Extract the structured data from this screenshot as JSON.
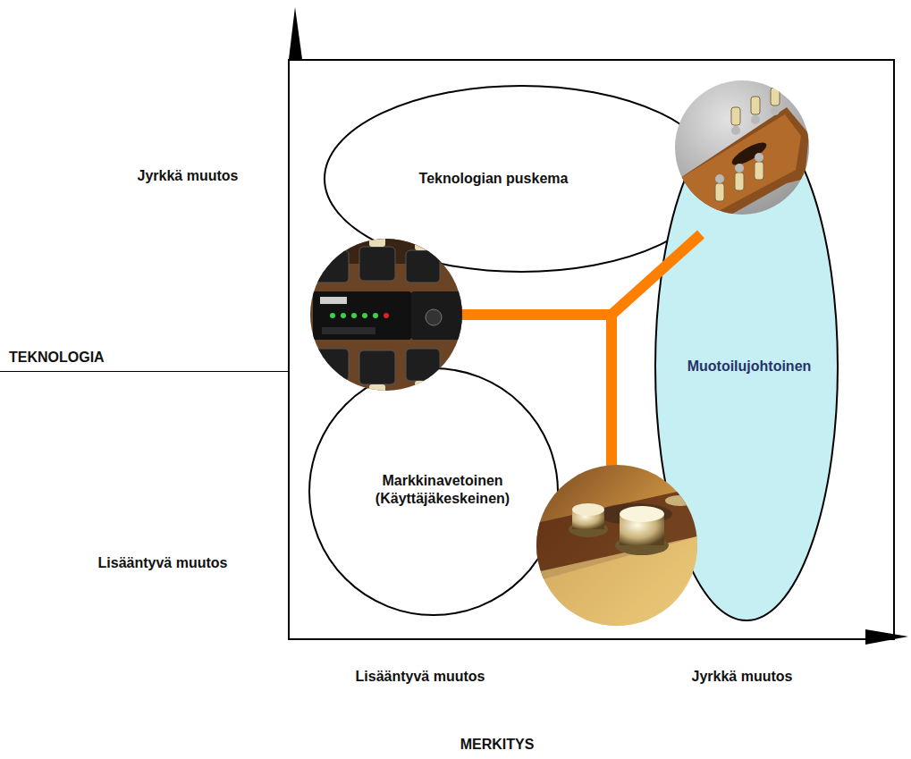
{
  "diagram": {
    "nodes": [
      {
        "text": [
          "Teknologian puskema"
        ]
      },
      {
        "text": [
          "Markkinavetoinen (Käyttäjäkeskeinen)"
        ]
      },
      {
        "text": [
          "Muotoilujohtoinen"
        ]
      }
    ],
    "labels": [
      "Jyrkkä muutos",
      "TEKNOLOGIA",
      "Lisääntyvä muutos",
      "Lisääntyvä muutos",
      "Jyrkkä muutos",
      "MERKITYS"
    ]
  }
}
